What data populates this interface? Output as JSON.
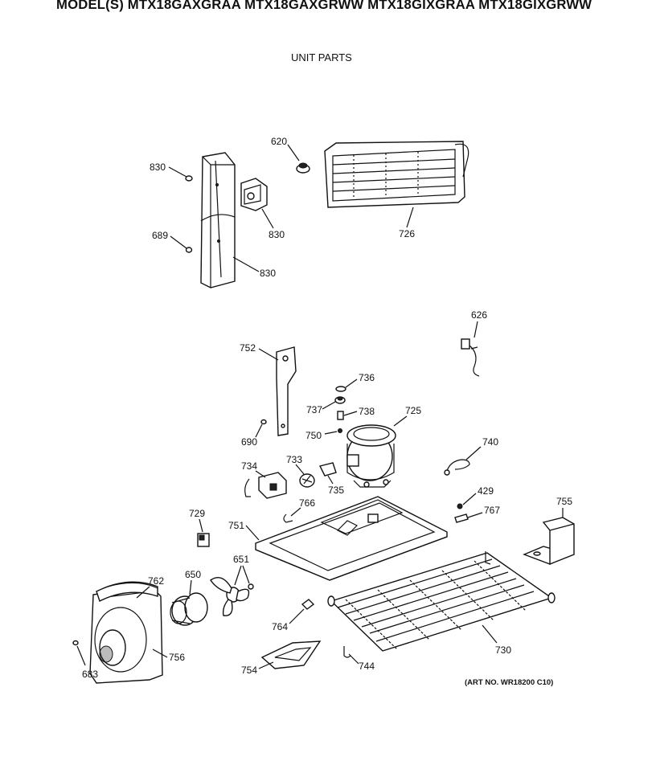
{
  "header": {
    "models": "MODEL(S) MTX18GAXGRAA  MTX18GAXGRWW  MTX18GIXGRAA  MTX18GIXGRWW",
    "section_title": "UNIT PARTS"
  },
  "footer": {
    "art_number": "(ART NO. WR18200 C10)"
  },
  "callouts": {
    "c830a": "830",
    "c830b": "830",
    "c830c": "830",
    "c689": "689",
    "c620": "620",
    "c726": "726",
    "c626": "626",
    "c752": "752",
    "c736": "736",
    "c737": "737",
    "c738": "738",
    "c725": "725",
    "c750": "750",
    "c690": "690",
    "c740": "740",
    "c734": "734",
    "c733": "733",
    "c735": "735",
    "c766": "766",
    "c429": "429",
    "c767": "767",
    "c755": "755",
    "c729": "729",
    "c751": "751",
    "c651": "651",
    "c650": "650",
    "c762": "762",
    "c764": "764",
    "c730": "730",
    "c683": "683",
    "c756": "756",
    "c754": "754",
    "c744": "744"
  }
}
